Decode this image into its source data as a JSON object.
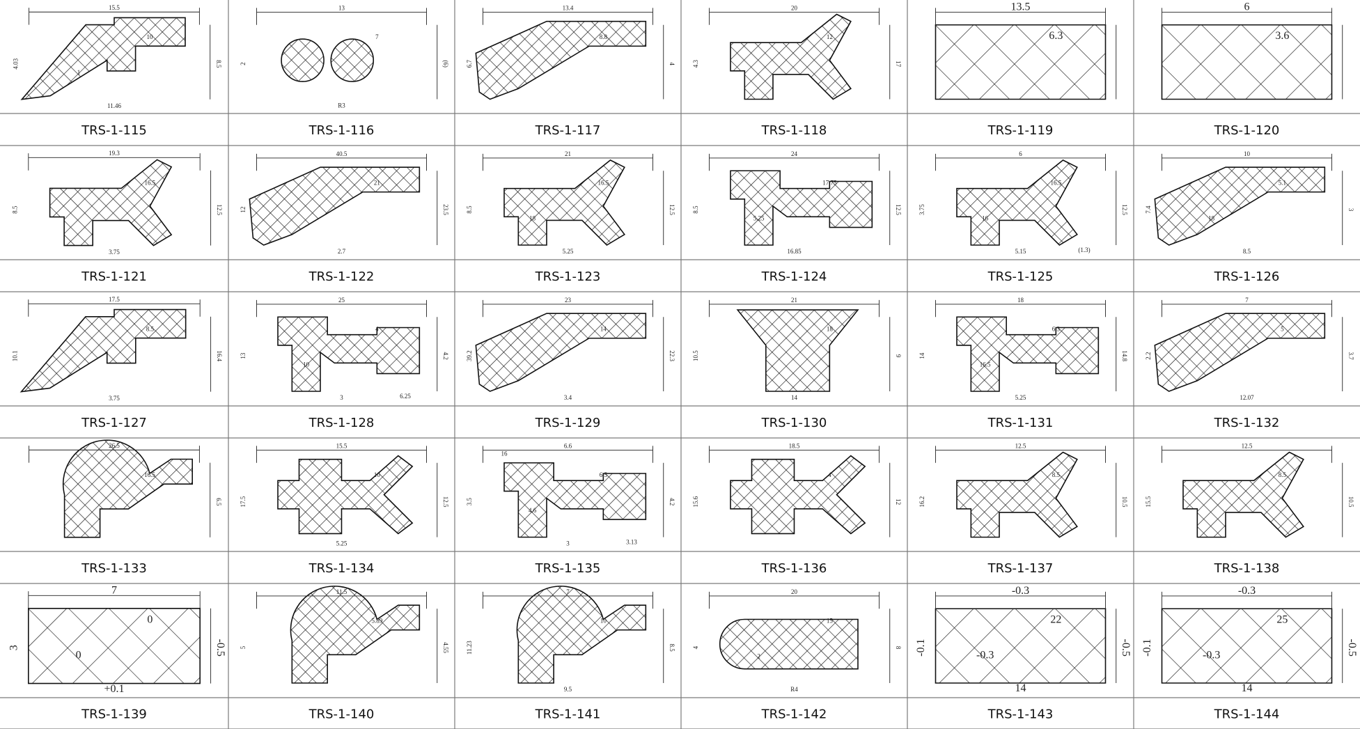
{
  "catalog": {
    "rows": [
      [
        {
          "code": "TRS-1-115",
          "dims": [
            "15.5",
            "10",
            "8.5",
            "4.03",
            "11.46",
            "1"
          ]
        },
        {
          "code": "TRS-1-116",
          "dims": [
            "13",
            "7",
            "(6)",
            "2",
            "R3"
          ]
        },
        {
          "code": "TRS-1-117",
          "dims": [
            "13.4",
            "8.8",
            "4",
            "6.7"
          ]
        },
        {
          "code": "TRS-1-118",
          "dims": [
            "20",
            "12",
            "17",
            "4.3"
          ]
        },
        {
          "code": "TRS-1-119",
          "dims": [
            "13.5",
            "6.3"
          ]
        },
        {
          "code": "TRS-1-120",
          "dims": [
            "6",
            "3.6"
          ]
        }
      ],
      [
        {
          "code": "TRS-1-121",
          "dims": [
            "19.3",
            "16.5",
            "12.5",
            "8.5",
            "3.75"
          ]
        },
        {
          "code": "TRS-1-122",
          "dims": [
            "40.5",
            "21",
            "23.5",
            "12",
            "2.7"
          ]
        },
        {
          "code": "TRS-1-123",
          "dims": [
            "21",
            "16.5",
            "12.5",
            "8.5",
            "5.25",
            "18"
          ]
        },
        {
          "code": "TRS-1-124",
          "dims": [
            "24",
            "17.75",
            "12.5",
            "8.5",
            "16.85",
            "5.25"
          ]
        },
        {
          "code": "TRS-1-125",
          "dims": [
            "6",
            "16.5",
            "12.5",
            "3.75",
            "5.15",
            "16",
            "(1.3)"
          ]
        },
        {
          "code": "TRS-1-126",
          "dims": [
            "10",
            "5.1",
            "3",
            "7.4",
            "8.5",
            "18"
          ]
        }
      ],
      [
        {
          "code": "TRS-1-127",
          "dims": [
            "17.5",
            "8.5",
            "16.4",
            "10.1",
            "3.75"
          ]
        },
        {
          "code": "TRS-1-128",
          "dims": [
            "25",
            "4",
            "4.2",
            "13",
            "3",
            "10",
            "6.25"
          ]
        },
        {
          "code": "TRS-1-129",
          "dims": [
            "23",
            "14",
            "22.3",
            "39.2",
            "3.4"
          ]
        },
        {
          "code": "TRS-1-130",
          "dims": [
            "21",
            "18",
            "9",
            "10.5",
            "14"
          ]
        },
        {
          "code": "TRS-1-131",
          "dims": [
            "18",
            "6.3",
            "14.8",
            "14",
            "5.25",
            "16.5"
          ]
        },
        {
          "code": "TRS-1-132",
          "dims": [
            "7",
            "5",
            "3.7",
            "2.2",
            "12.07"
          ]
        }
      ],
      [
        {
          "code": "TRS-1-133",
          "dims": [
            "26.5",
            "16.5",
            "6.5"
          ]
        },
        {
          "code": "TRS-1-134",
          "dims": [
            "15.5",
            "10",
            "12.5",
            "17.5",
            "5.25"
          ]
        },
        {
          "code": "TRS-1-135",
          "dims": [
            "6.6",
            "6.5",
            "4.2",
            "3.5",
            "3",
            "4.6",
            "3.13",
            "16"
          ]
        },
        {
          "code": "TRS-1-136",
          "dims": [
            "18.5",
            "4",
            "12",
            "15.6"
          ]
        },
        {
          "code": "TRS-1-137",
          "dims": [
            "12.5",
            "8.5",
            "10.5",
            "16.2"
          ]
        },
        {
          "code": "TRS-1-138",
          "dims": [
            "12.5",
            "8.5",
            "10.5",
            "15.5"
          ]
        }
      ],
      [
        {
          "code": "TRS-1-139",
          "dims": [
            "7",
            "0",
            "-0.5",
            "3",
            "+0.1",
            "0"
          ]
        },
        {
          "code": "TRS-1-140",
          "dims": [
            "11.5",
            "5.89",
            "4.55",
            "5"
          ]
        },
        {
          "code": "TRS-1-141",
          "dims": [
            "7",
            "10",
            "8.5",
            "11.23",
            "9.5"
          ]
        },
        {
          "code": "TRS-1-142",
          "dims": [
            "20",
            "15",
            "8",
            "4",
            "R4",
            "2"
          ]
        },
        {
          "code": "TRS-1-143",
          "dims": [
            "-0.3",
            "22",
            "-0.5",
            "-0.1",
            "14",
            "-0.3"
          ]
        },
        {
          "code": "TRS-1-144",
          "dims": [
            "-0.3",
            "25",
            "-0.5",
            "-0.1",
            "14",
            "-0.3"
          ]
        }
      ]
    ]
  }
}
